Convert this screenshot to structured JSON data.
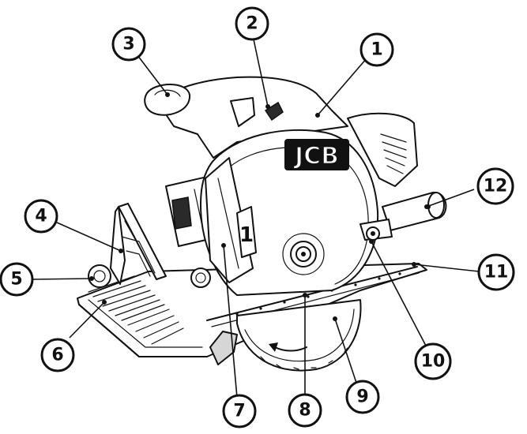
{
  "brand": {
    "logo_text": "JCB",
    "blade_marking": "1"
  },
  "callouts": [
    {
      "label": "1"
    },
    {
      "label": "2"
    },
    {
      "label": "3"
    },
    {
      "label": "4"
    },
    {
      "label": "5"
    },
    {
      "label": "6"
    },
    {
      "label": "7"
    },
    {
      "label": "8"
    },
    {
      "label": "9"
    },
    {
      "label": "10"
    },
    {
      "label": "11"
    },
    {
      "label": "12"
    }
  ]
}
